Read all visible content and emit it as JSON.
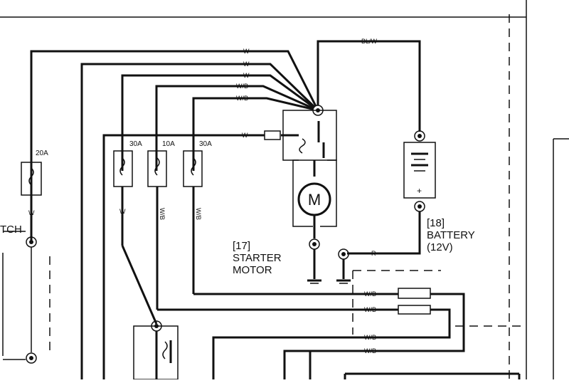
{
  "wire_labels": {
    "bl_w": "BL/W",
    "w1": "W",
    "w2": "W",
    "w3": "W",
    "w_b1": "W/B",
    "w_b2": "W/B",
    "w_relay": "W",
    "w_left": "W",
    "w_f1": "W",
    "w_b_f2": "W/B",
    "w_b_f3": "W/B",
    "r_batt": "R",
    "w_b_lower1": "W/B",
    "w_b_lower2": "W/B",
    "w_b_lower3": "W/B",
    "w_b_lower4": "W/B"
  },
  "fuses": {
    "main": "20A",
    "f1": "30A",
    "f2": "10A",
    "f3": "30A"
  },
  "components": {
    "starter_motor": {
      "ref": "[17]",
      "line1": "STARTER",
      "line2": "MOTOR",
      "symbol": "M"
    },
    "battery": {
      "ref": "[18]",
      "line1": "BATTERY",
      "line2": "(12V)",
      "plus": "+"
    },
    "switch_partial": "TCH"
  }
}
